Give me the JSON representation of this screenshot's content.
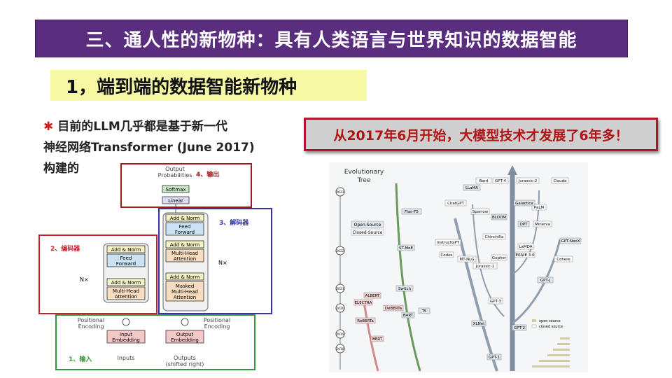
{
  "header": {
    "title": "三、通人性的新物种：具有人类语言与世界知识的数据智能",
    "subtitle": "1，端到端的数据智能新物种"
  },
  "description": {
    "bullet": "✱",
    "text_line1": "目前的LLM几乎都是基于新一代",
    "text_line2": "神经网络Transformer (June 2017)",
    "text_line3": "构建的"
  },
  "banner": {
    "text": "从2017年6月开始，大模型技术才发展了6年多！"
  },
  "transformer": {
    "output_probabilities": [
      "Output",
      "Probabilities"
    ],
    "softmax": "Softmax",
    "linear": "Linear",
    "add_norm": "Add & Norm",
    "feed_forward": [
      "Feed",
      "Forward"
    ],
    "multi_head": [
      "Multi-Head",
      "Attention"
    ],
    "masked_multi_head": [
      "Masked",
      "Multi-Head",
      "Attention"
    ],
    "nx": "N×",
    "positional_encoding": [
      "Positional",
      "Encoding"
    ],
    "input_embedding": [
      "Input",
      "Embedding"
    ],
    "output_embedding": [
      "Output",
      "Embedding"
    ],
    "inputs": "Inputs",
    "outputs": [
      "Outputs",
      "(shifted right)"
    ],
    "label_output": "4、输出",
    "label_decoder": "3、解码器",
    "label_encoder": "2、编码器",
    "label_input": "1、输入"
  },
  "tree": {
    "title": [
      "Evolutionary",
      "Tree"
    ],
    "years": [
      "2023",
      "2022",
      "2021",
      "2020",
      "2019",
      "2018"
    ],
    "legend_open": "Open-Source",
    "legend_closed": "Closed-Source",
    "models": [
      "Bard",
      "GPT-4",
      "Jurassic-2",
      "Claude",
      "LLaMA",
      "ChatGPT",
      "PaLM",
      "Sparrow",
      "BLOOM",
      "Galactica",
      "OPT",
      "Minerva",
      "Flan-T5",
      "ST-MoE",
      "InstructGPT",
      "Chinchilla",
      "LaMDA",
      "GPT-NeoX",
      "Codex",
      "MT-NLG",
      "Jurassic-1",
      "Gopher",
      "ERNIE 3.0",
      "GPT-J",
      "Cohere",
      "GPT-3",
      "T5",
      "XLNet",
      "GPT-2",
      "GPT-1",
      "BERT",
      "ELECTRA",
      "ALBERT",
      "RoBERTa",
      "BART",
      "DeBERTa",
      "Switch"
    ],
    "bar_legend": [
      "open source",
      "closed source"
    ]
  }
}
